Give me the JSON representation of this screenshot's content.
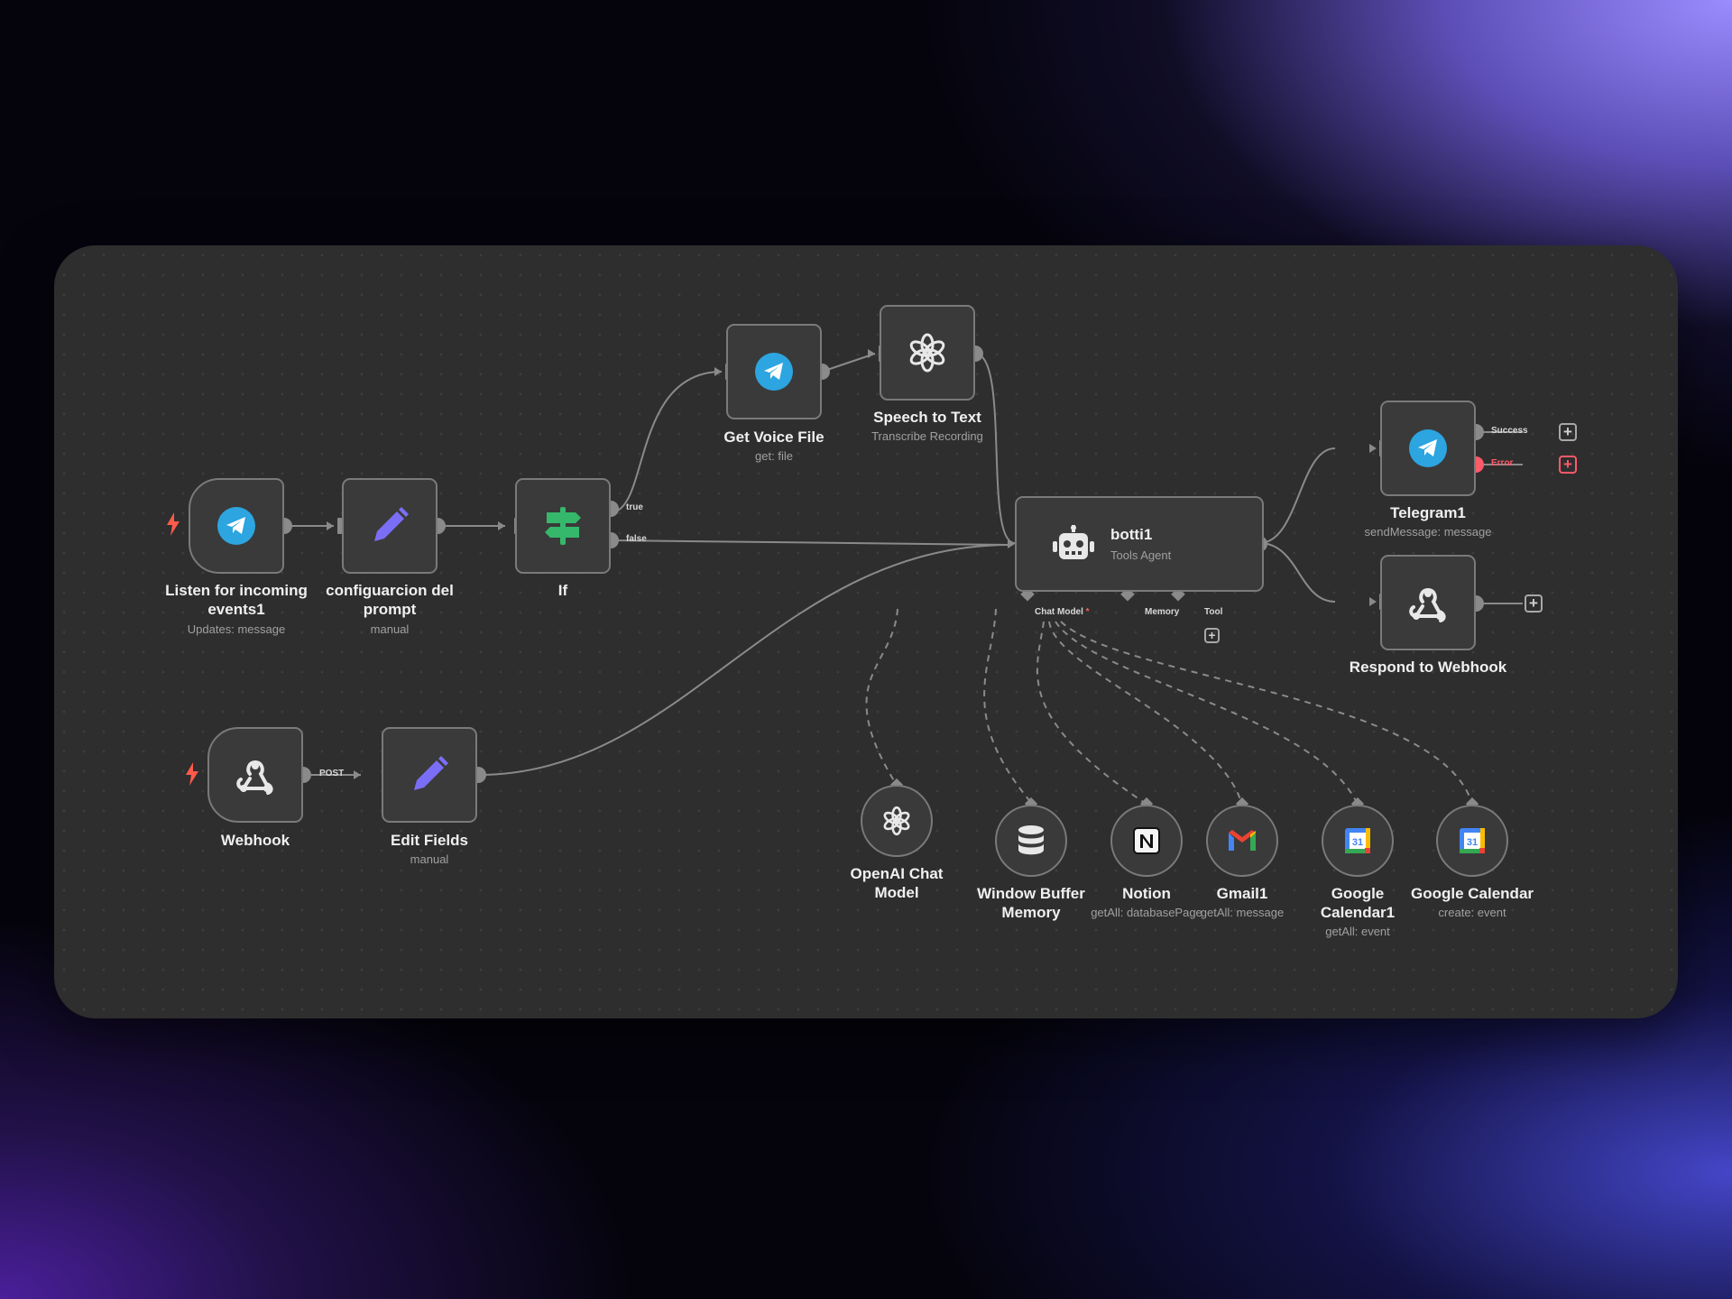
{
  "colors": {
    "canvas_bg": "#2e2e2e",
    "node_bg": "#3a3a3a",
    "node_border": "#7a7a7a",
    "edge": "#8a8a8a",
    "telegram_blue": "#2ca5e0",
    "edit_purple": "#7b6ef6",
    "if_green": "#35b86b",
    "error_red": "#ff5a6a",
    "trigger_bolt": "#ff5a4a"
  },
  "nodes": {
    "listen": {
      "title_l1": "Listen for incoming",
      "title_l2": "events1",
      "subtitle": "Updates: message",
      "icon": "telegram-icon"
    },
    "config": {
      "title_l1": "configuarcion del",
      "title_l2": "prompt",
      "subtitle": "manual",
      "icon": "pencil-icon"
    },
    "if": {
      "title": "If",
      "icon": "signpost-icon",
      "out_true": "true",
      "out_false": "false"
    },
    "voice": {
      "title": "Get Voice File",
      "subtitle": "get: file",
      "icon": "telegram-icon"
    },
    "speech": {
      "title": "Speech to Text",
      "subtitle": "Transcribe Recording",
      "icon": "openai-icon"
    },
    "agent": {
      "title": "botti1",
      "subtitle": "Tools Agent",
      "icon": "robot-icon",
      "port_chat": "Chat Model",
      "port_chat_required": "*",
      "port_memory": "Memory",
      "port_tool": "Tool"
    },
    "telegram": {
      "title": "Telegram1",
      "subtitle": "sendMessage: message",
      "icon": "telegram-icon",
      "out_success": "Success",
      "out_error": "Error"
    },
    "respond": {
      "title": "Respond to Webhook",
      "icon": "webhook-icon"
    },
    "webhook": {
      "title": "Webhook",
      "icon": "webhook-icon",
      "method": "POST"
    },
    "edit": {
      "title": "Edit Fields",
      "subtitle": "manual",
      "icon": "pencil-icon"
    },
    "openai": {
      "title_l1": "OpenAI Chat",
      "title_l2": "Model",
      "icon": "openai-icon"
    },
    "memory": {
      "title_l1": "Window Buffer",
      "title_l2": "Memory",
      "icon": "database-icon"
    },
    "notion": {
      "title": "Notion",
      "subtitle": "getAll: databasePage",
      "icon": "notion-icon"
    },
    "gmail": {
      "title": "Gmail1",
      "subtitle": "getAll: message",
      "icon": "gmail-icon"
    },
    "gcal1": {
      "title_l1": "Google",
      "title_l2": "Calendar1",
      "subtitle": "getAll: event",
      "icon": "google-calendar-icon"
    },
    "gcal": {
      "title": "Google Calendar",
      "subtitle": "create: event",
      "icon": "google-calendar-icon"
    }
  },
  "add_button_symbol": "+"
}
